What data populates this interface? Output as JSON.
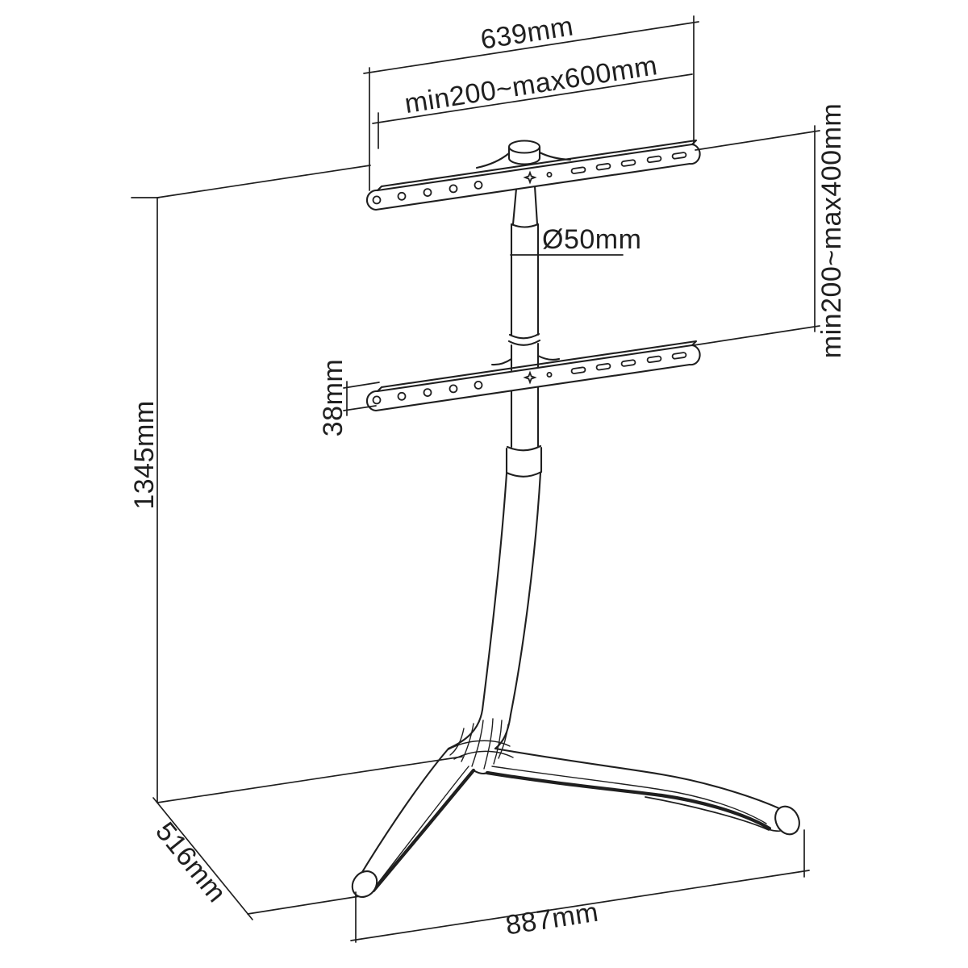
{
  "figure": {
    "type": "technical-dimension-drawing",
    "subject": "TV floor stand (tripod Y-base) with dual VESA brackets",
    "background_color": "#ffffff",
    "line_color": "#1f1f1f",
    "labels": {
      "top_width": "639mm",
      "vesa_width": "min200~max600mm",
      "vesa_height": "min200~max400mm",
      "pole_diameter": "Ø50mm",
      "bracket_thickness": "38mm",
      "total_height": "1345mm",
      "base_depth": "516mm",
      "base_width": "887mm"
    }
  }
}
